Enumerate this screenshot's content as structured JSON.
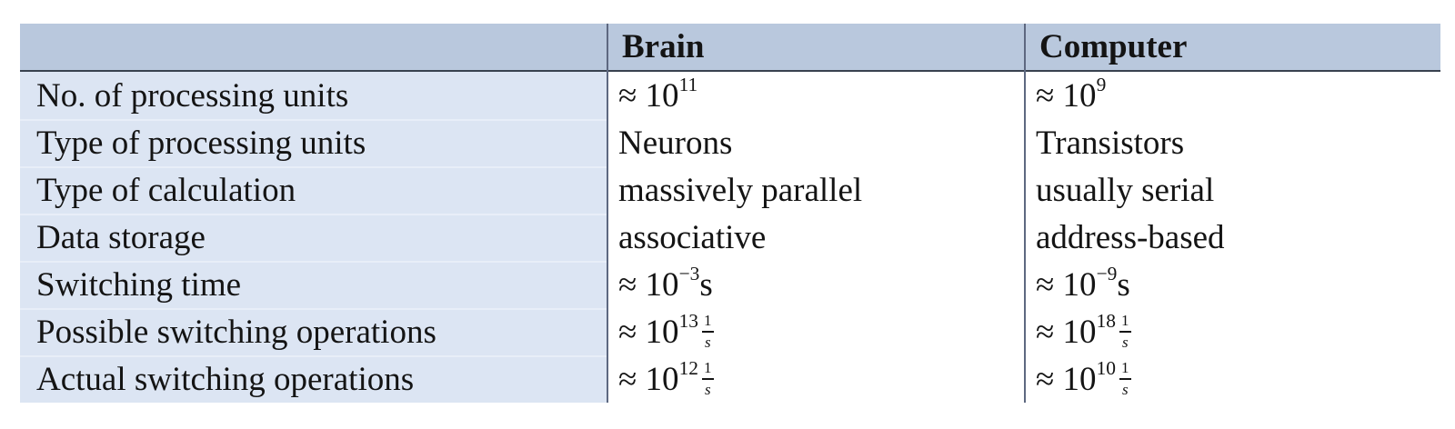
{
  "table": {
    "columns": [
      "",
      "Brain",
      "Computer"
    ],
    "rows": [
      {
        "label": "No. of processing units",
        "brain": {
          "approx": "≈",
          "base": "10",
          "exp": "11"
        },
        "computer": {
          "approx": "≈",
          "base": "10",
          "exp": "9"
        }
      },
      {
        "label": "Type of processing units",
        "brain": {
          "text": "Neurons"
        },
        "computer": {
          "text": "Transistors"
        }
      },
      {
        "label": "Type of calculation",
        "brain": {
          "text": "massively parallel"
        },
        "computer": {
          "text": "usually serial"
        }
      },
      {
        "label": "Data storage",
        "brain": {
          "text": "associative"
        },
        "computer": {
          "text": "address-based"
        }
      },
      {
        "label": "Switching time",
        "brain": {
          "approx": "≈",
          "base": "10",
          "exp": "−3",
          "unit": "s"
        },
        "computer": {
          "approx": "≈",
          "base": "10",
          "exp": "−9",
          "unit": "s"
        }
      },
      {
        "label": "Possible switching operations",
        "brain": {
          "approx": "≈",
          "base": "10",
          "exp": "13",
          "frac": {
            "num": "1",
            "den": "s"
          }
        },
        "computer": {
          "approx": "≈",
          "base": "10",
          "exp": "18",
          "frac": {
            "num": "1",
            "den": "s"
          }
        }
      },
      {
        "label": "Actual switching operations",
        "brain": {
          "approx": "≈",
          "base": "10",
          "exp": "12",
          "frac": {
            "num": "1",
            "den": "s"
          }
        },
        "computer": {
          "approx": "≈",
          "base": "10",
          "exp": "10",
          "frac": {
            "num": "1",
            "den": "s"
          }
        }
      }
    ],
    "colors": {
      "header_bg": "#b9c8dd",
      "label_col_bg": "#dce5f3",
      "row_divider": "#e8eef8",
      "header_underline": "#39424f",
      "column_divider": "#5d6880",
      "text": "#141414"
    }
  }
}
